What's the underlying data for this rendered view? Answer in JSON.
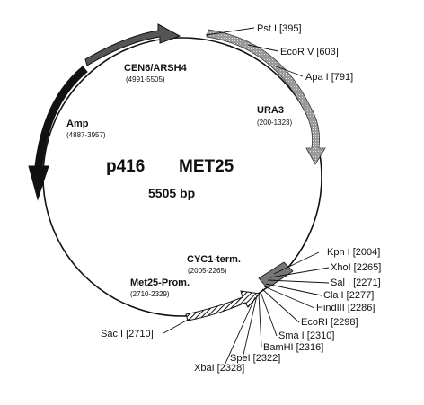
{
  "plasmid": {
    "name": "p416",
    "promoter_name": "MET25",
    "size": "5505 bp"
  },
  "features": {
    "cen": {
      "label": "CEN6/ARSH4",
      "coords": "(4991-5505)"
    },
    "ura3": {
      "label": "URA3",
      "coords": "(200-1323)"
    },
    "amp": {
      "label": "Amp",
      "coords": "(4887-3957)"
    },
    "cyc1": {
      "label": "CYC1-term.",
      "coords": "(2005-2265)"
    },
    "met25": {
      "label": "Met25-Prom.",
      "coords": "(2710-2329)"
    }
  },
  "sites": {
    "pst": "Pst I [395]",
    "ecorv": "EcoR V [603]",
    "apa": "Apa I [791]",
    "kpn": "Kpn  I [2004]",
    "xho": "XhoI [2265]",
    "sal": "Sal I [2271]",
    "cla": "Cla I [2277]",
    "hind": "HindIII [2286]",
    "ecori": "EcoRI [2298]",
    "sma": "Sma I [2310]",
    "bam": "BamHI [2316]",
    "spe": "SpeI [2322]",
    "xba": "XbaI [2328]",
    "sac": "Sac I [2710]"
  },
  "colors": {
    "ink": "#111111",
    "cen_arrow": "#555555",
    "ura3_arrow": "#b0b0b0",
    "amp_arrow": "#111111"
  }
}
